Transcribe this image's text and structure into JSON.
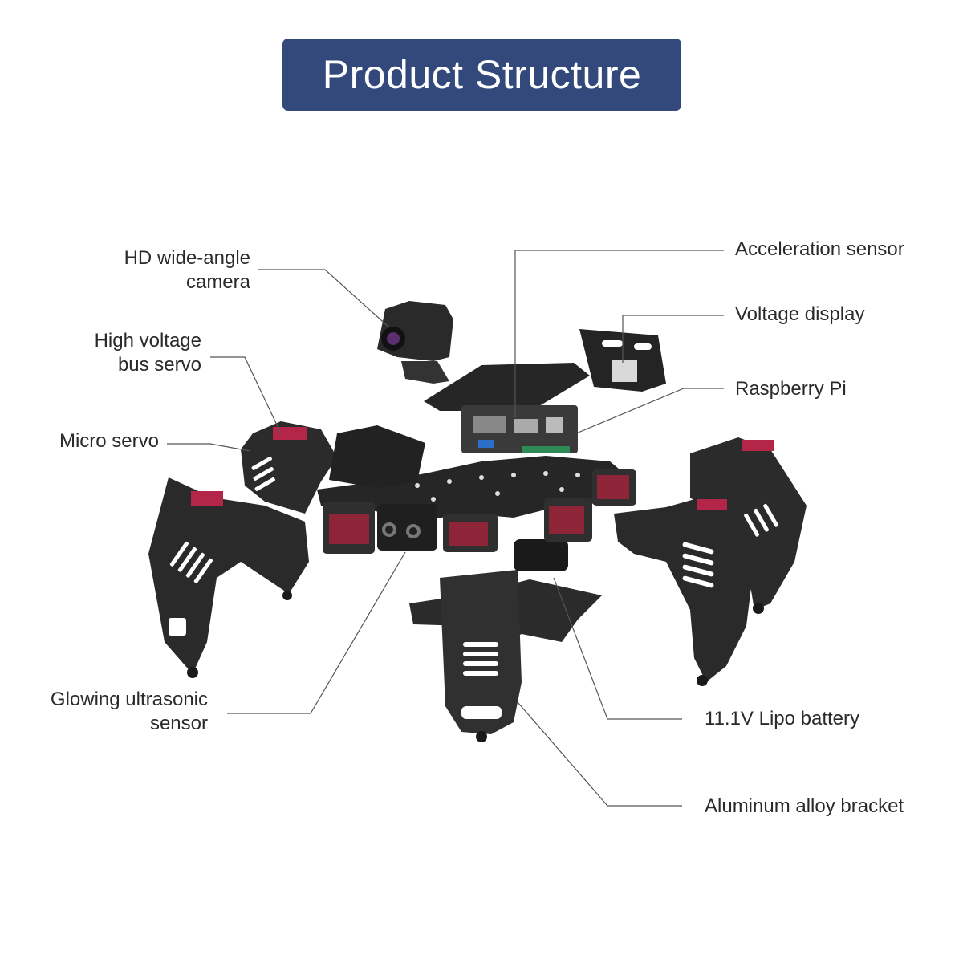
{
  "title": "Product Structure",
  "colors": {
    "title_bg": "#34497b",
    "frame": "#2b2b2b",
    "servo_accent": "#b3264a",
    "leader_line": "#555555"
  },
  "labels": {
    "camera": {
      "line1": "HD wide-angle",
      "line2": "camera"
    },
    "bus_servo": {
      "line1": "High voltage",
      "line2": "bus servo"
    },
    "micro_servo": {
      "line1": "Micro servo"
    },
    "ultrasonic": {
      "line1": "Glowing ultrasonic",
      "line2": "sensor"
    },
    "accel": {
      "line1": "Acceleration sensor"
    },
    "voltage": {
      "line1": "Voltage display"
    },
    "raspberry": {
      "line1": "Raspberry Pi"
    },
    "battery": {
      "line1": "11.1V Lipo battery"
    },
    "bracket": {
      "line1": "Aluminum alloy bracket"
    }
  }
}
